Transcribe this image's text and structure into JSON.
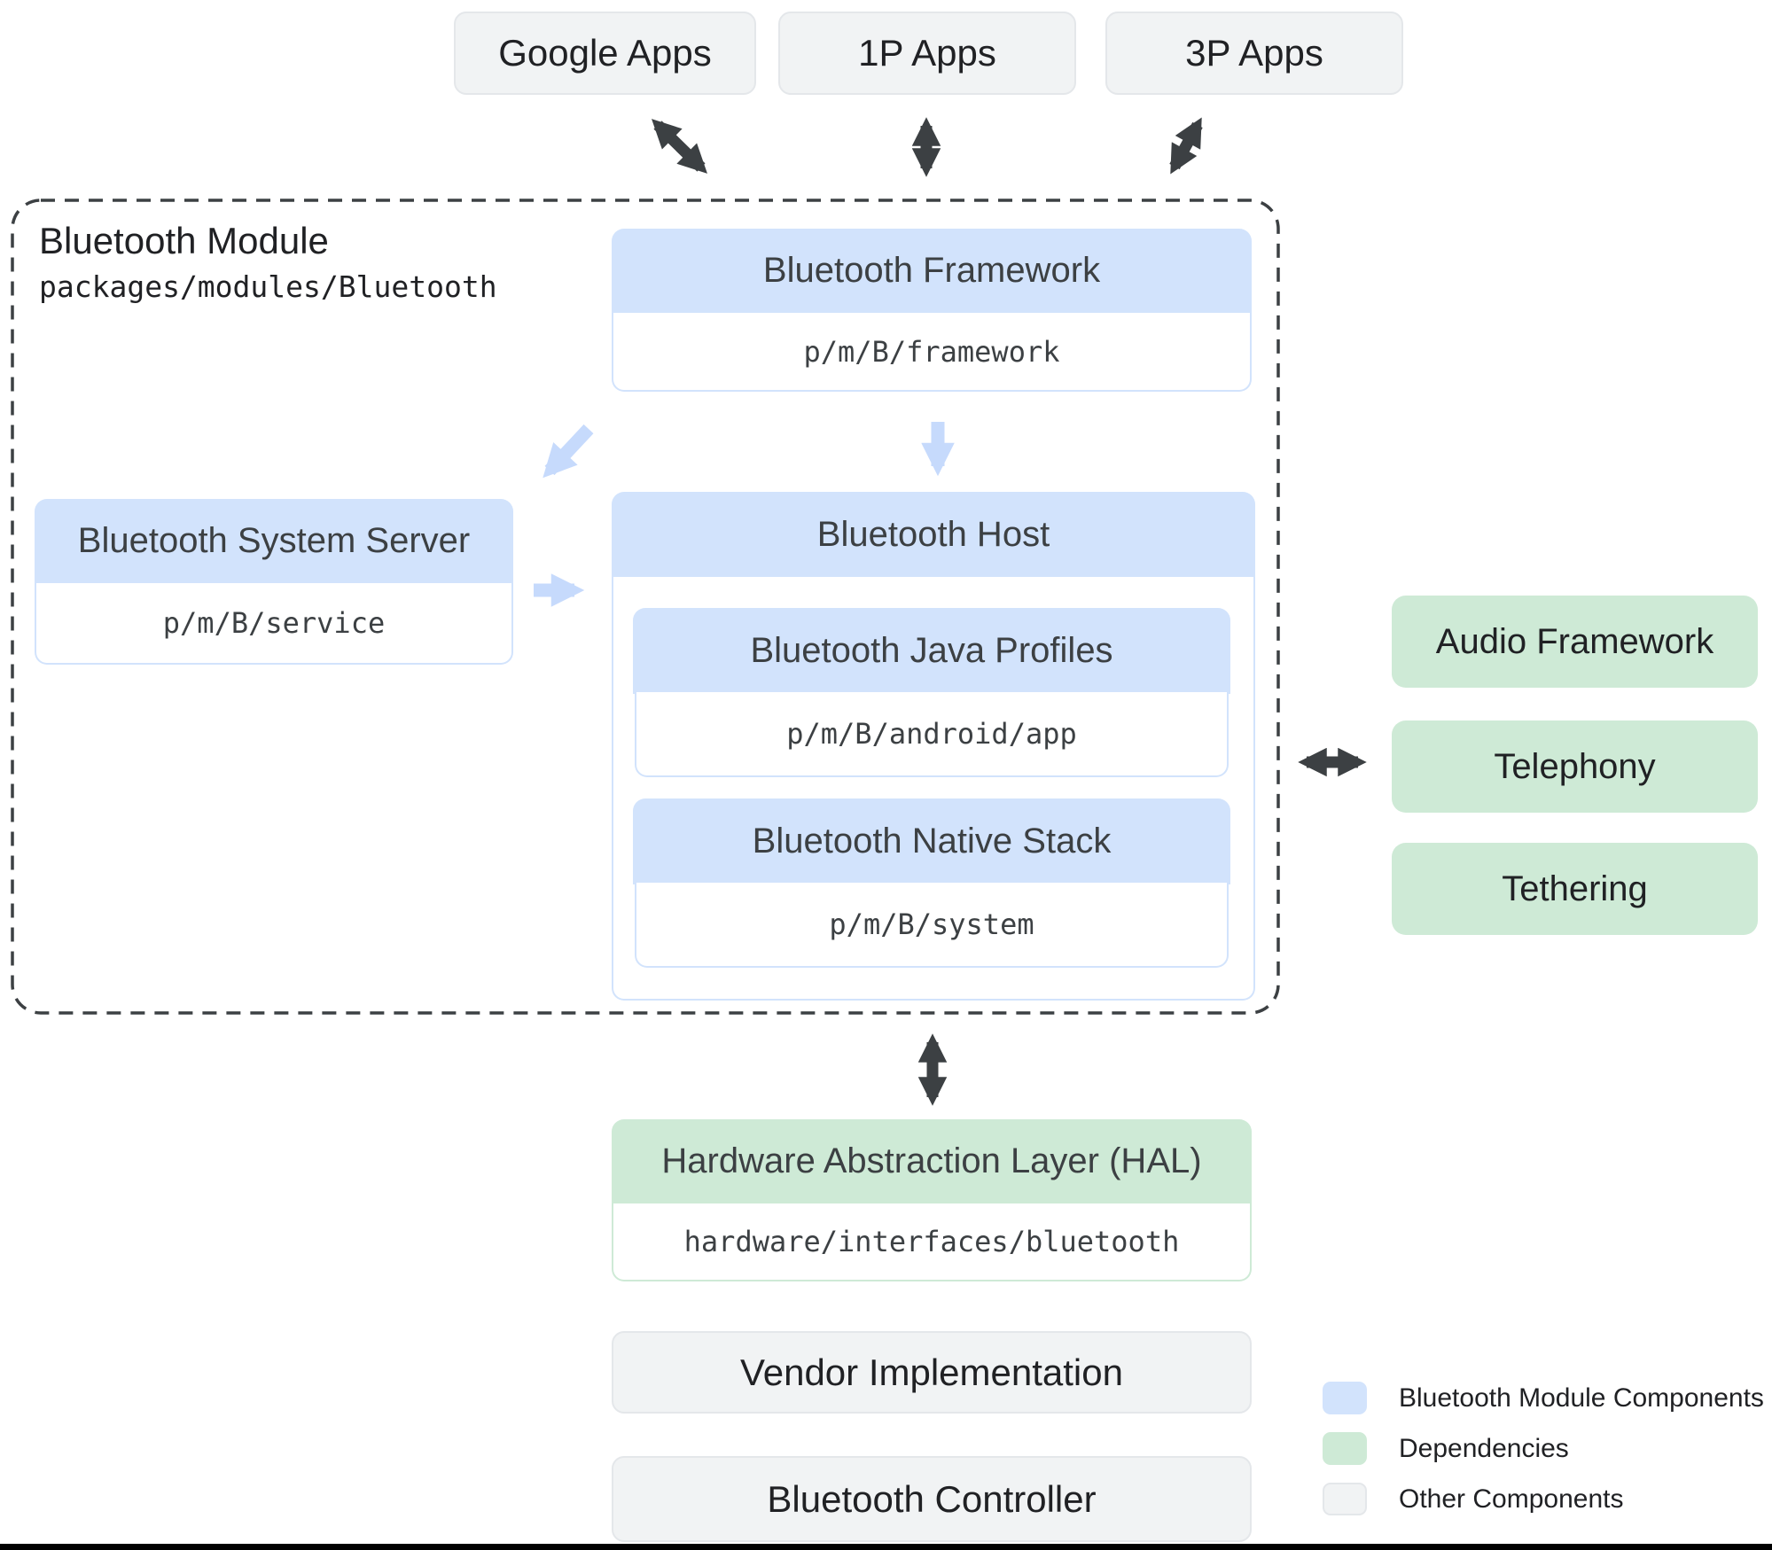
{
  "colors": {
    "blue": "#d2e3fc",
    "green": "#ceead6",
    "gray_box": "#f1f3f4",
    "gray_border": "#e4e7ea",
    "dark": "#3c4043",
    "light_arrow": "#c6dafc",
    "text_dark": "#202124",
    "mono_text": "#3c4043"
  },
  "top_apps": [
    {
      "label": "Google Apps"
    },
    {
      "label": "1P Apps"
    },
    {
      "label": "3P Apps"
    }
  ],
  "module": {
    "title": "Bluetooth Module",
    "path": "packages/modules/Bluetooth",
    "framework": {
      "title": "Bluetooth Framework",
      "path": "p/m/B/framework"
    },
    "system_server": {
      "title": "Bluetooth System Server",
      "path": "p/m/B/service"
    },
    "host": {
      "title": "Bluetooth Host",
      "java_profiles": {
        "title": "Bluetooth Java Profiles",
        "path": "p/m/B/android/app"
      },
      "native_stack": {
        "title": "Bluetooth Native Stack",
        "path": "p/m/B/system"
      }
    }
  },
  "dependencies": [
    {
      "label": "Audio Framework"
    },
    {
      "label": "Telephony"
    },
    {
      "label": "Tethering"
    }
  ],
  "hal": {
    "title": "Hardware Abstraction Layer (HAL)",
    "path": "hardware/interfaces/bluetooth"
  },
  "other_components": [
    {
      "label": "Vendor Implementation"
    },
    {
      "label": "Bluetooth Controller"
    }
  ],
  "legend": [
    {
      "label": "Bluetooth Module Components",
      "color": "#d2e3fc"
    },
    {
      "label": "Dependencies",
      "color": "#ceead6"
    },
    {
      "label": "Other Components",
      "color": "#f1f3f4"
    }
  ]
}
